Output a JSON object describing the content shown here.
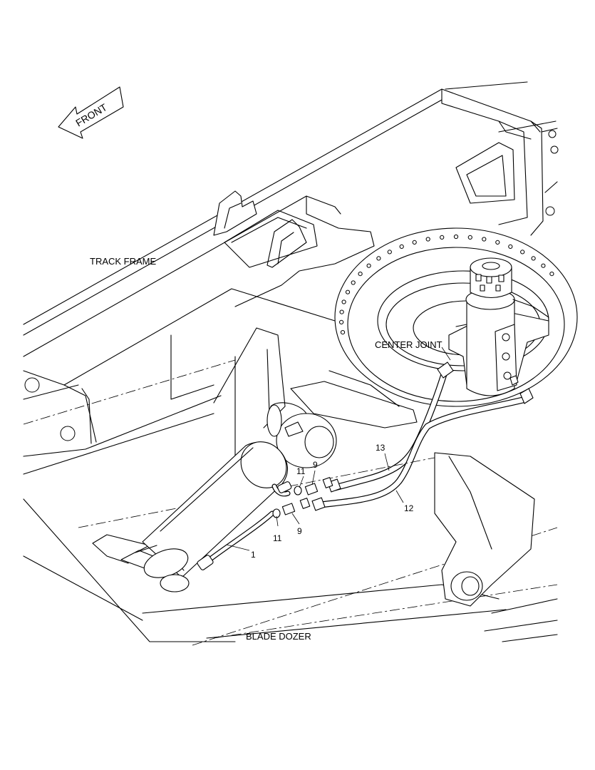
{
  "labels": {
    "front": "FRONT",
    "track_frame": "TRACK FRAME",
    "center_joint": "CENTER JOINT",
    "blade_dozer": "BLADE DOZER"
  },
  "callouts": {
    "item_1": "1",
    "item_9_upper": "9",
    "item_9_lower": "9",
    "item_11_upper": "11",
    "item_11_lower": "11",
    "item_12": "12",
    "item_13": "13"
  }
}
